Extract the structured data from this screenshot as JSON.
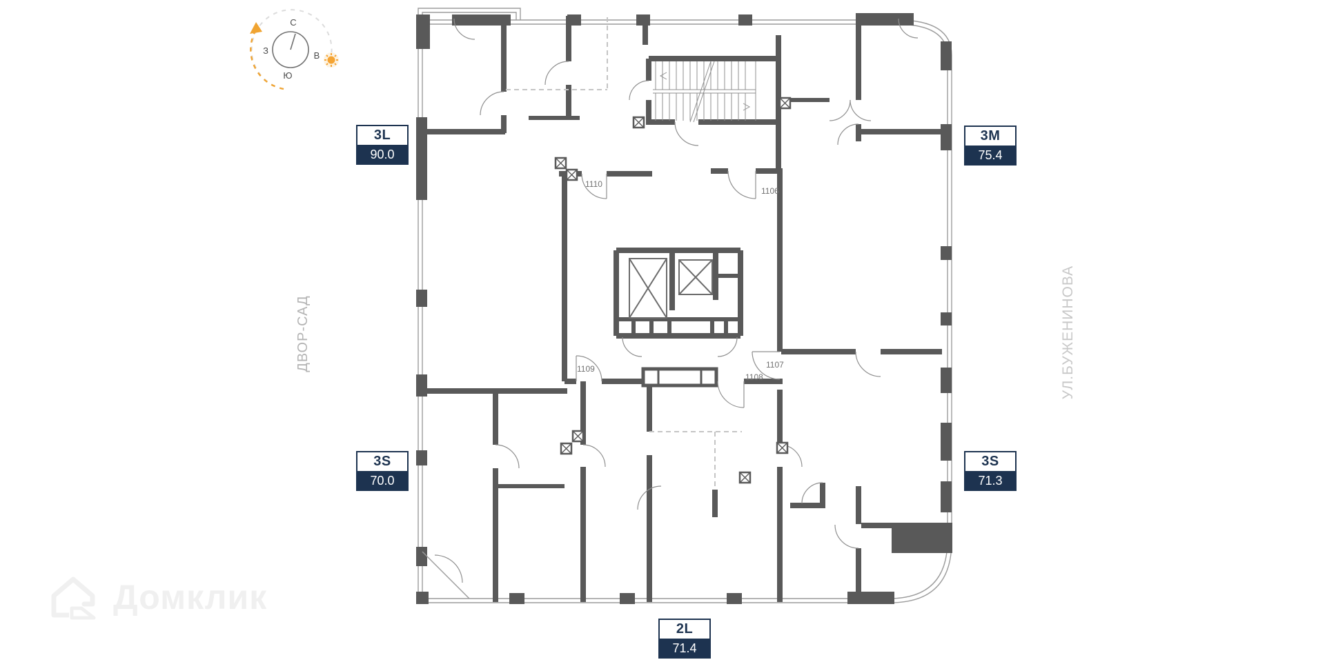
{
  "compass": {
    "directions": {
      "north": "С",
      "south": "Ю",
      "west": "З",
      "east": "В"
    }
  },
  "environment": {
    "left_street": "ДВОР-САД",
    "right_street": "УЛ.БУЖЕНИНОВА"
  },
  "watermark": {
    "brand": "Домклик"
  },
  "apartments": [
    {
      "type": "3L",
      "area": "90.0",
      "position": "top-left"
    },
    {
      "type": "3M",
      "area": "75.4",
      "position": "top-right"
    },
    {
      "type": "3S",
      "area": "70.0",
      "position": "bottom-left"
    },
    {
      "type": "3S",
      "area": "71.3",
      "position": "bottom-right"
    },
    {
      "type": "2L",
      "area": "71.4",
      "position": "bottom-center"
    }
  ],
  "units": [
    {
      "number": "1110"
    },
    {
      "number": "1106"
    },
    {
      "number": "1109"
    },
    {
      "number": "1107"
    },
    {
      "number": "1108"
    }
  ],
  "colors": {
    "wall": "#595959",
    "tag_navy": "#1d3350",
    "sun_orange": "#f5a433",
    "window_line": "#9c9c9c",
    "street_label": "#b4b4b4",
    "watermark": "#f0f0f0"
  }
}
